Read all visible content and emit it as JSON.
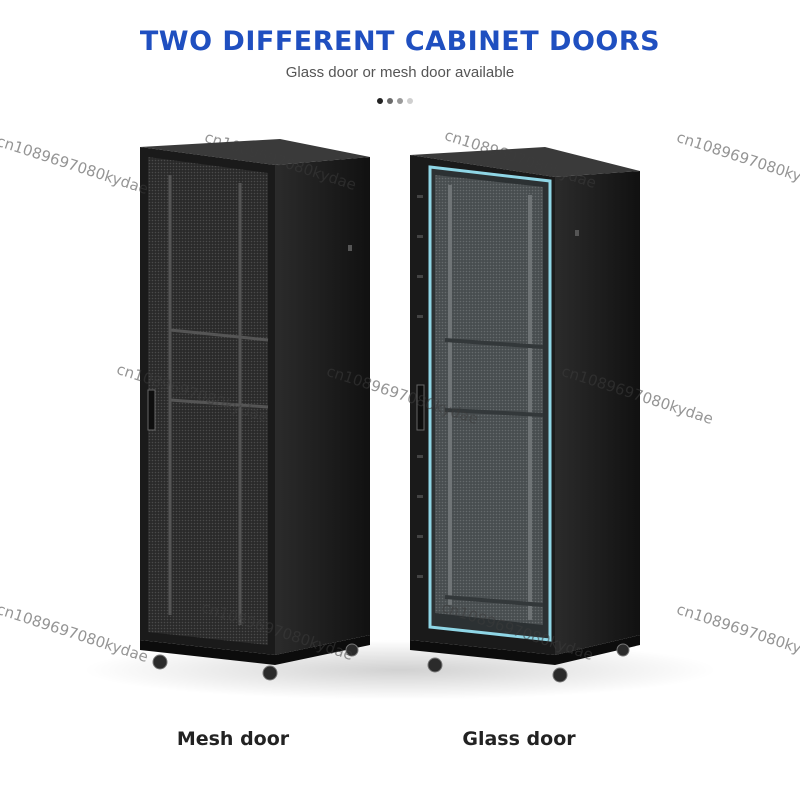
{
  "header": {
    "title": "TWO DIFFERENT CABINET DOORS",
    "subtitle": "Glass door or mesh door available"
  },
  "carousel": {
    "total": 4,
    "active": 1
  },
  "products": [
    {
      "caption": "Mesh door",
      "door_type": "mesh",
      "icon": "mesh-door-cabinet-icon"
    },
    {
      "caption": "Glass door",
      "door_type": "glass",
      "icon": "glass-door-cabinet-icon"
    }
  ],
  "watermark": {
    "text": "cn1089697080kydae"
  },
  "colors": {
    "title": "#1f4fc0",
    "cabinet": "#1c1c1c",
    "glass_edge": "#8fd6e6"
  }
}
